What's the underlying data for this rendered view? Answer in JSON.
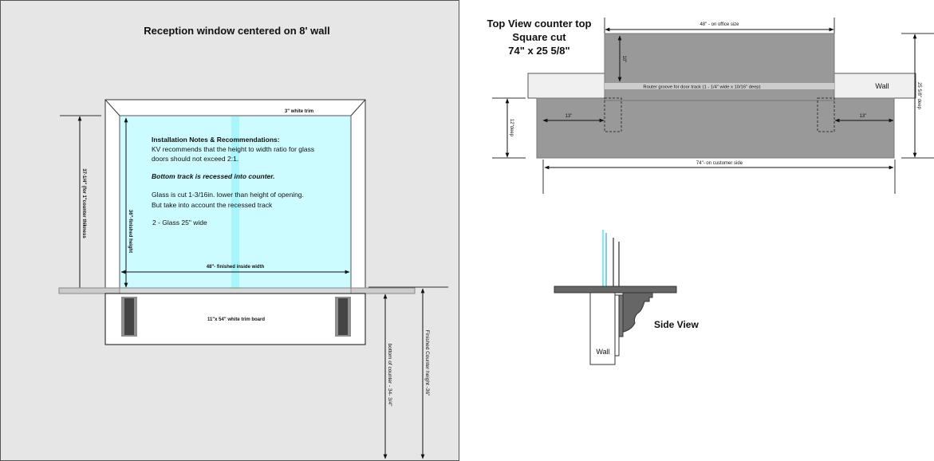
{
  "front_view": {
    "title": "Reception window centered on 8' wall",
    "trim_label": "3\" white trim",
    "notes": {
      "heading": "Installation Notes & Recommendations:",
      "line1": "KV recommends that the height to width ratio for glass",
      "line2": "doors should not exceed 2:1.",
      "italic": "Bottom track is recessed into counter.",
      "line3": "Glass is cut 1-3/16in. lower than height of opening.",
      "line4": "But take into account the recessed track",
      "glass": "2 - Glass 25\" wide"
    },
    "overall_height": "37-1/4\" (for 1\"counter thikness",
    "finished_height": "36\"-finished height",
    "finished_width": "48\"- finished inside width",
    "trim_board": "11\"x 54\" white trim board",
    "bottom_of_counter": "bottom of counter - 34- 3/4\"",
    "finished_counter_height": "Finished Counter height -36\""
  },
  "top_view": {
    "title1": "Top View counter top",
    "title2": "Square cut",
    "title3": "74\" x 25 5/8\"",
    "office_size": "48\" - on office size",
    "depth_10": "10\"",
    "groove": "Router groove for door track (1 - 1/4\" wide x 10/16\" deep)",
    "wall": "Wall",
    "left_13": "13\"",
    "right_13": "13\"",
    "deep_12": "12\"deep",
    "deep_total": "25 5/8\" deep",
    "customer_side": "74\"- on customer side"
  },
  "side_view": {
    "title": "Side View",
    "wall": "Wall"
  },
  "colors": {
    "panel": "#e6e6e6",
    "glass": "#ccfcff",
    "glass_stripe": "#a8f6fb",
    "counter": "#9a9a9a",
    "dark": "#555555"
  }
}
